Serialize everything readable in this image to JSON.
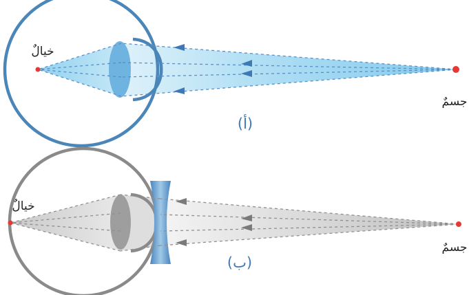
{
  "diagrams": [
    {
      "id": "a",
      "caption": "(أ)",
      "image_label": "خيالٌ",
      "object_label": "جسمٌ",
      "accent_color": "#4a86b8",
      "beam_color": "#7fc6ea",
      "lens_color": "#6fb4e0",
      "object_point_color": "#e53935",
      "image_point_color": "#e53935",
      "has_corrective_lens": false
    },
    {
      "id": "b",
      "caption": "(ب)",
      "image_label": "خيالٌ",
      "object_label": "جسمٌ",
      "accent_color": "#8a8a8a",
      "beam_color": "#bdbdbd",
      "lens_color": "#9e9e9e",
      "corrective_lens_color": "#5b93c4",
      "object_point_color": "#e53935",
      "image_point_color": "#e53935",
      "caption_color": "#3f79b5",
      "has_corrective_lens": true
    }
  ]
}
